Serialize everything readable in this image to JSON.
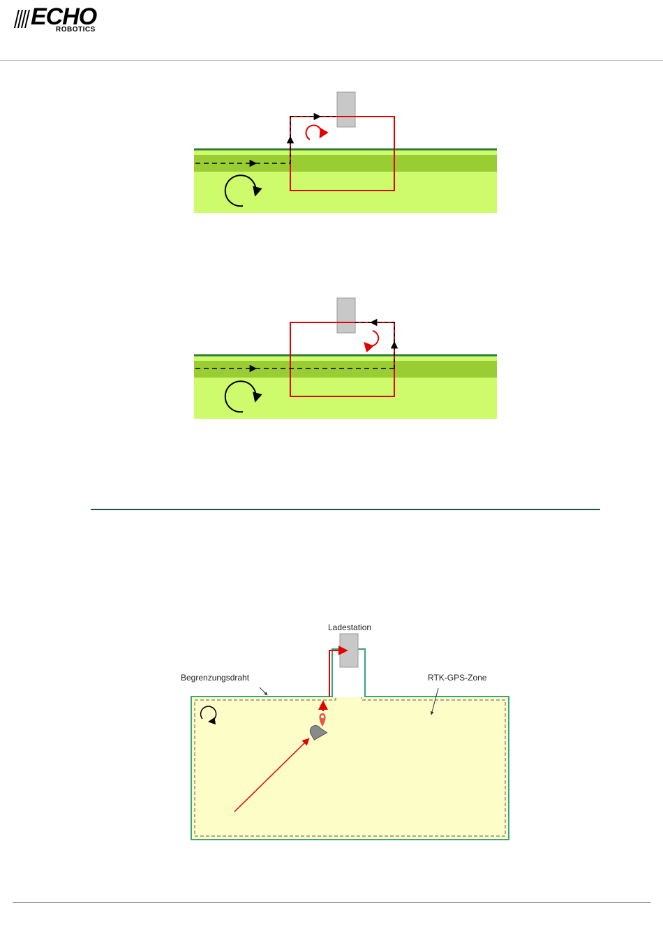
{
  "header": {
    "logo_main": "ECHO",
    "logo_sub": "ROBOTICS"
  },
  "figure3": {
    "label_station": "Ladestation",
    "label_wire": "Begrenzungsdraht",
    "label_zone": "RTK-GPS-Zone"
  },
  "colors": {
    "lawn_light": "#cdfb6b",
    "lawn_band": "#9acd33",
    "wire_green": "#2e7d32",
    "gps_zone_red": "#e30000",
    "station_grey": "#c8c8c8",
    "zone_fill": "#fdfdc8",
    "boundary_teal": "#3aa37c"
  },
  "icons": [
    "rotation-arrow-icon",
    "direction-arrow-icon",
    "gps-marker-icon",
    "mower-robot-icon",
    "charging-station-icon"
  ]
}
